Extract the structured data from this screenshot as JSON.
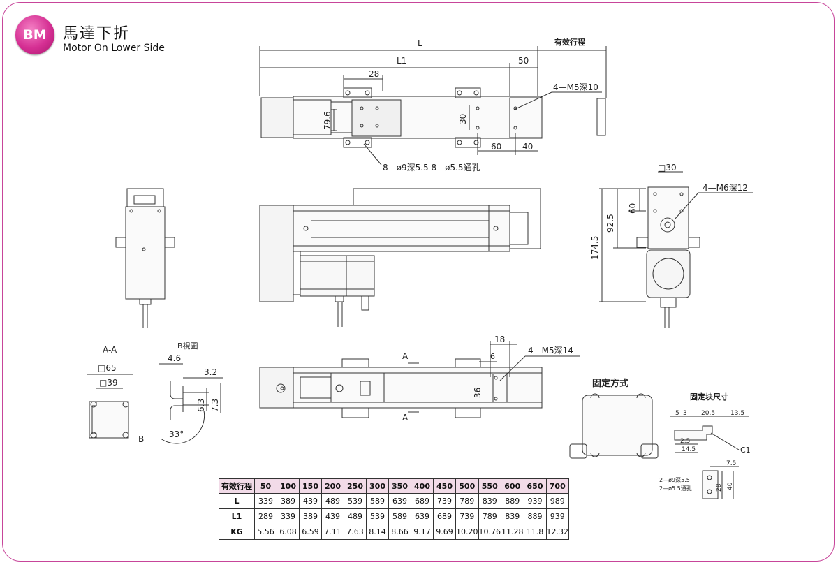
{
  "header": {
    "logo": "BM",
    "title_cn": "馬達下折",
    "title_en": "Motor On Lower Side"
  },
  "labels": {
    "L": "L",
    "L1": "L1",
    "stroke": "有效行程",
    "d50": "50",
    "d28": "28",
    "m5_10": "4—M5深10",
    "d79_6": "79.6",
    "d30": "30",
    "d60": "60",
    "d40": "40",
    "holes": "8—ø9深5.5  8—ø5.5通孔",
    "sq30": "□30",
    "m6_12": "4—M6深12",
    "d92_5": "92.5",
    "d60v": "60",
    "d174_5": "174.5",
    "aa": "A-A",
    "sq65": "□65",
    "sq39": "□39",
    "bview": "B視圖",
    "d4_6": "4.6",
    "d3_2": "3.2",
    "d6_3": "6.3",
    "d7_3": "7.3",
    "d33": "33°",
    "b": "B",
    "d18": "18",
    "d6": "6",
    "m5_14": "4—M5深14",
    "d36": "36",
    "a": "A",
    "fix": "固定方式",
    "blk": "固定块尺寸",
    "d5": "5",
    "d3": "3",
    "d20_5": "20.5",
    "d13_5": "13.5",
    "d2_5": "2.5",
    "d14_5": "14.5",
    "c1": "C1",
    "d7_5": "7.5",
    "h1": "2—ø9深5.5",
    "h2": "2—ø5.5通孔",
    "d28b": "28",
    "d40b": "40"
  },
  "table": {
    "header": "有效行程",
    "strokes": [
      "50",
      "100",
      "150",
      "200",
      "250",
      "300",
      "350",
      "400",
      "450",
      "500",
      "550",
      "600",
      "650",
      "700"
    ],
    "rows": [
      {
        "label": "L",
        "values": [
          "339",
          "389",
          "439",
          "489",
          "539",
          "589",
          "639",
          "689",
          "739",
          "789",
          "839",
          "889",
          "939",
          "989"
        ]
      },
      {
        "label": "L1",
        "values": [
          "289",
          "339",
          "389",
          "439",
          "489",
          "539",
          "589",
          "639",
          "689",
          "739",
          "789",
          "839",
          "889",
          "939"
        ]
      },
      {
        "label": "KG",
        "values": [
          "5.56",
          "6.08",
          "6.59",
          "7.11",
          "7.63",
          "8.14",
          "8.66",
          "9.17",
          "9.69",
          "10.20",
          "10.76",
          "11.28",
          "11.8",
          "12.32"
        ]
      }
    ]
  },
  "colors": {
    "frame": "#c7459a",
    "badge": "#d52f93",
    "table_header": "#f2dbe8"
  }
}
